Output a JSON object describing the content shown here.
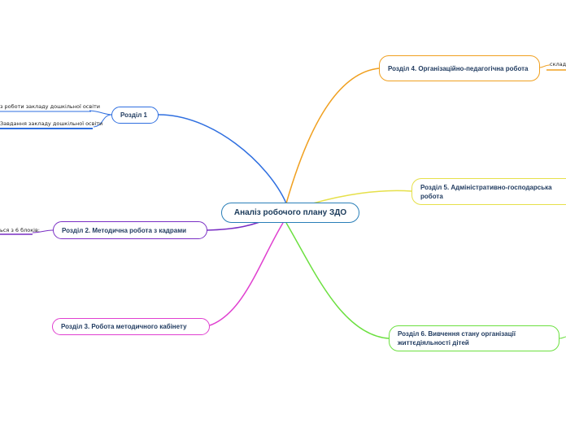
{
  "central": {
    "label": "Аналіз робочого плану ЗДО"
  },
  "nodes": {
    "r1": {
      "label": "Розділ 1",
      "color": "#2f6fe0"
    },
    "r2": {
      "label": "Розділ 2. Методична робота з кадрами",
      "color": "#7a2fc4"
    },
    "r3": {
      "label": "Розділ 3. Робота методичного кабінету",
      "color": "#e040d0"
    },
    "r4": {
      "label": "Розділ 4. Організаційно-педагогічна робота",
      "color": "#f0a020"
    },
    "r5": {
      "label": "Розділ 5. Адміністративно-господарська робота",
      "color": "#e6e04a"
    },
    "r6": {
      "label": "Розділ 6. Вивчення стану організації життєдіяльності дітей",
      "color": "#6ce040"
    }
  },
  "leaves": {
    "r1a": "з роботи закладу дошкільної освіти",
    "r1b": "Завдання закладу дошкільної освіти",
    "r2a": "ься з 6 блоків:",
    "r4a": "склад"
  }
}
